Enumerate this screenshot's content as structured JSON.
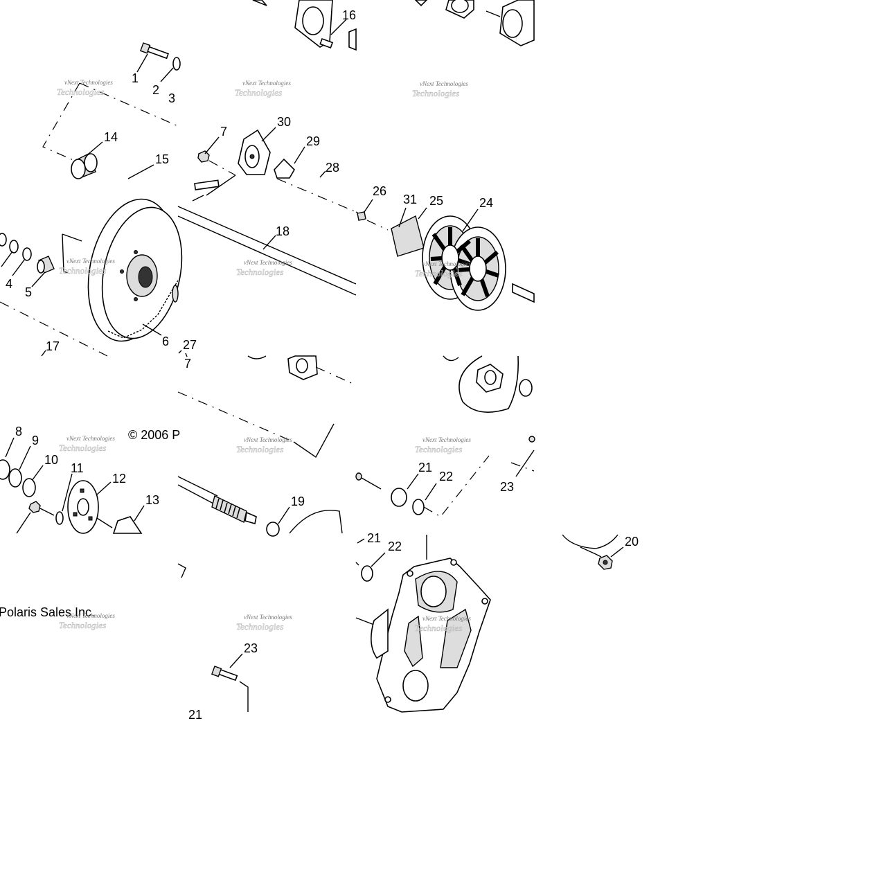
{
  "copyright": {
    "part1": "© 2006 P",
    "part2": "Polaris Sales Inc."
  },
  "watermark": {
    "line1": "vNext Technologies",
    "line2": "Technologies"
  },
  "part_labels": {
    "p1": "1",
    "p2": "2",
    "p3": "3",
    "p4": "4",
    "p5": "5",
    "p6": "6",
    "p7a": "7",
    "p7b": "7",
    "p8": "8",
    "p9": "9",
    "p10": "10",
    "p11": "11",
    "p12": "12",
    "p13": "13",
    "p14": "14",
    "p15": "15",
    "p16": "16",
    "p17": "17",
    "p18": "18",
    "p19": "19",
    "p20": "20",
    "p21a": "21",
    "p21b": "21",
    "p21c": "21",
    "p22a": "22",
    "p22b": "22",
    "p23a": "23",
    "p23b": "23",
    "p24": "24",
    "p25": "25",
    "p26": "26",
    "p27": "27",
    "p28": "28",
    "p29": "29",
    "p30": "30",
    "p31": "31"
  }
}
